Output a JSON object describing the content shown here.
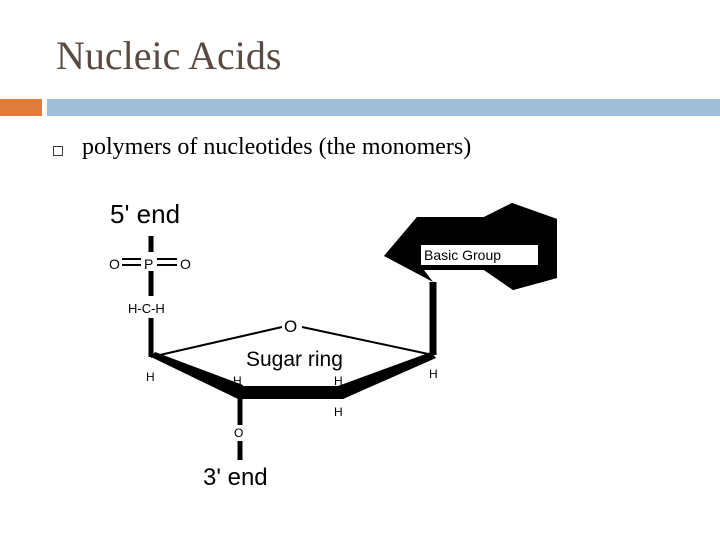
{
  "slide": {
    "title": "Nucleic Acids",
    "bullet": "polymers of nucleotides (the monomers)"
  },
  "diagram": {
    "five_prime": "5' end",
    "three_prime": "3' end",
    "phosphate": {
      "o_left": "O",
      "p": "P",
      "o_right": "O"
    },
    "ch2": "H-C-H",
    "ring_oxygen": "O",
    "sugar": "Sugar ring",
    "base": "Basic Group",
    "h_left": "H",
    "h_c2": "H",
    "h_c3": "H",
    "h_c3_bottom": "H",
    "h_right": "H",
    "o_bottom": "O"
  },
  "colors": {
    "title": "#5a4a42",
    "accent_orange": "#e07b3a",
    "accent_blue": "#9fbfd8"
  }
}
